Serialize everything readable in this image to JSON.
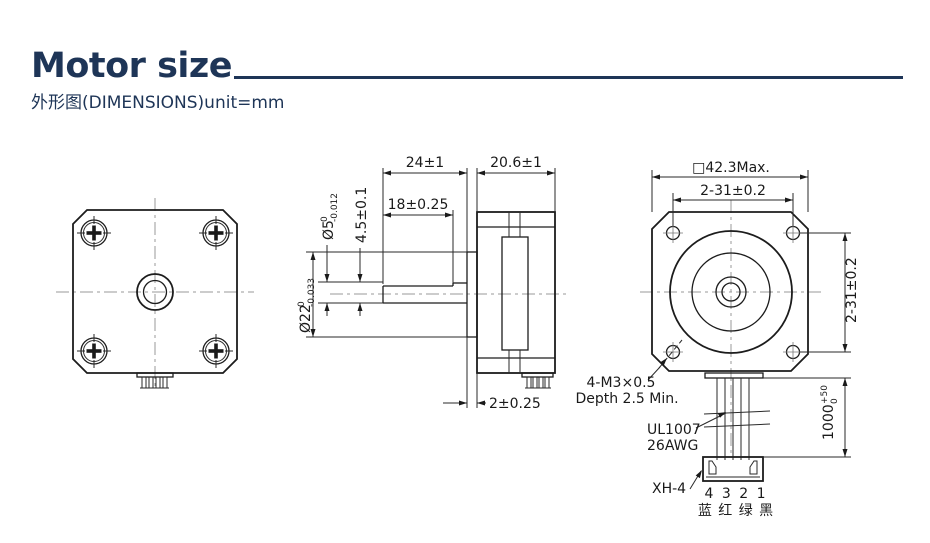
{
  "header": {
    "title": "Motor size",
    "subtitle": "外形图(DIMENSIONS)unit=mm"
  },
  "colors": {
    "accent": "#1e3557",
    "line": "#1c1c1c",
    "centerline": "#999999"
  },
  "side_view": {
    "shaft_total": "24±1",
    "body_length": "20.6±1",
    "flat_length": "18±0.25",
    "flat_width": "4.5±0.1",
    "shaft_dia": {
      "base": "Ø5",
      "sup": "0",
      "sub": "-0.012"
    },
    "boss_dia": {
      "base": "Ø22",
      "sup": "0",
      "sub": "-0.033"
    },
    "boss_height": "2±0.25"
  },
  "rear_view": {
    "square_size": "□42.3Max.",
    "hole_pitch_h": "2-31±0.2",
    "hole_pitch_v": "2-31±0.2",
    "thread_spec": "4-M3×0.5",
    "thread_depth": "Depth 2.5 Min.",
    "wire_type": "UL1007",
    "wire_gauge": "26AWG",
    "wire_length": {
      "base": "1000",
      "sup": "+50",
      "sub": "0"
    },
    "connector_type": "XH-4",
    "pin_numbers": "4 3 2 1",
    "wire_color_labels": "蓝 红 绿 黑"
  }
}
